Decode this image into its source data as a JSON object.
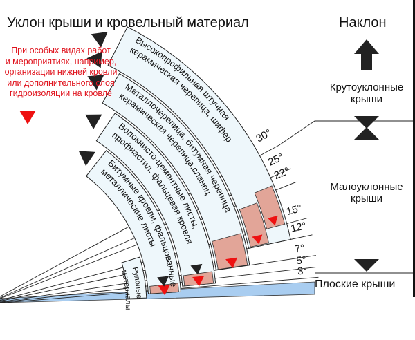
{
  "header": {
    "title": "Уклон крыши и кровельный материал",
    "slope_title": "Наклон"
  },
  "note": {
    "lines": [
      "При особых видах работ",
      "и мероприятиях, например,",
      "организации нижней кровли",
      "или дополнительного слоя",
      "гидроизоляции на кровле"
    ]
  },
  "categories": {
    "steep": [
      "Крутоуклонные",
      "крыши"
    ],
    "low": [
      "Малоуклонные",
      "крыши"
    ],
    "flat": "Плоские крыши"
  },
  "degrees": [
    "3°",
    "5°",
    "7°",
    "12°",
    "15°",
    "22°",
    "25°",
    "30°"
  ],
  "materials": [
    {
      "lines": [
        "Рулоные",
        "материалы"
      ]
    },
    {
      "lines": [
        "Битумные кровли, фальцованные",
        "металлические листы"
      ]
    },
    {
      "lines": [
        "Волокнисто-цементные листы,",
        "профнастил, фальцевая кровля"
      ]
    },
    {
      "lines": [
        "Металлочерепица, битумная черепица",
        "керамическая черепица,сланец"
      ]
    },
    {
      "lines": [
        "Высокопрофильная штучная",
        "керамическая черепица, шифер"
      ]
    }
  ],
  "colors": {
    "note": "#e0141e",
    "pink": "#e2a598",
    "band": "#eef7fb",
    "flat": "#a9cdf0",
    "arrow": "#222222",
    "warning": "#ee1111"
  }
}
